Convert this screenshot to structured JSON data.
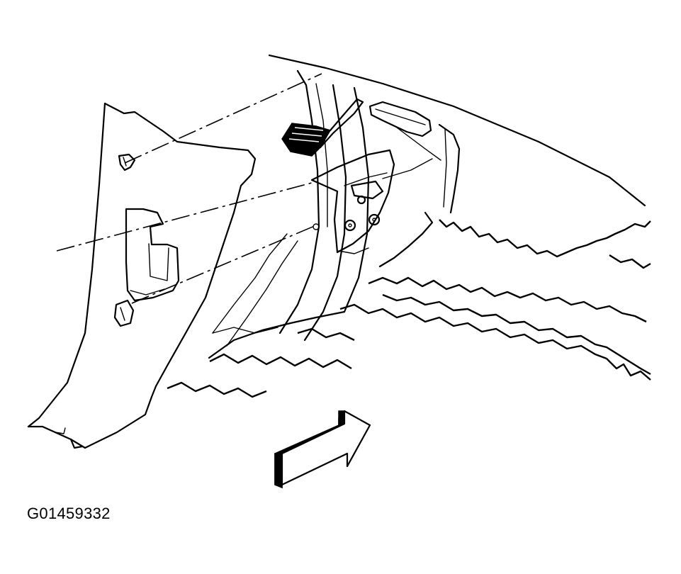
{
  "figure": {
    "id_text": "G01459332",
    "style": "black-and-white line art",
    "icons": [
      "trim-panel",
      "retainer-clip",
      "brake-pedal",
      "accelerator-pedal",
      "door-hinge",
      "direction-arrow"
    ]
  }
}
